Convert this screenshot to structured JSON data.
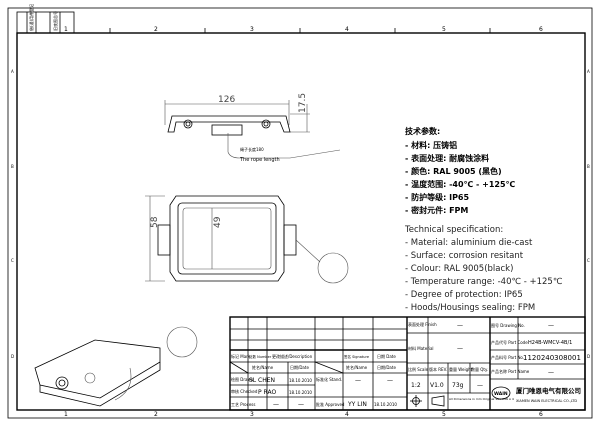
{
  "frame": {
    "columns": [
      "1",
      "2",
      "3",
      "4",
      "5",
      "6"
    ],
    "rows": [
      "A",
      "B",
      "C",
      "D"
    ],
    "corner_labels": [
      "借(通)用件登记",
      "旧底图总号"
    ]
  },
  "side_view": {
    "width_dim": "126",
    "height_dim": "17.5",
    "rope_cn": "绳子长度180",
    "rope_en": "The rope length"
  },
  "top_view": {
    "outer_dim": "58",
    "inner_dim": "49"
  },
  "spec_cn": {
    "title": "技术参数:",
    "items": [
      "- 材料: 压铸铝",
      "- 表面处理: 耐腐蚀涂料",
      "- 颜色: RAL 9005 (黑色)",
      "- 温度范围: -40℃ - +125℃",
      "- 防护等级: IP65",
      "- 密封元件: FPM"
    ]
  },
  "spec_en": {
    "title": "Technical specification:",
    "items": [
      "- Material: aluminium die-cast",
      "- Surface: corrosion resitant",
      "- Colour: RAL 9005(black)",
      "- Temperature range: -40℃ - +125℃",
      "- Degree of protection: IP65",
      "- Hoods/Housings sealing: FPM"
    ]
  },
  "title_block": {
    "mark": "标记 Mark",
    "number": "处数 Number",
    "description": "更改描述/Description",
    "signature": "签名 Signature",
    "date": "日期 Date",
    "name_hdr": "姓名/Name",
    "date_hdr": "日期/Date",
    "name_hdr2": "姓名/Name",
    "date_hdr2": "日期/Date",
    "drawn": "绘图 Drawn",
    "drawn_name": "SL CHEN",
    "drawn_date": "18.10.2010",
    "stand": "标准化 Stand.",
    "stand_name": "—",
    "stand_date": "—",
    "checked": "审核 Checked",
    "checked_name": "P RAO",
    "checked_date": "18.10.2010",
    "process": "工艺 Process",
    "process_name": "—",
    "process_date": "—",
    "approved": "批准 Approved",
    "approved_name": "YY LIN",
    "approved_date": "18.10.2010",
    "finish": "表面处理 Finish",
    "finish_val": "—",
    "material": "材料 Material",
    "material_val": "—",
    "scale": "比例 Scale",
    "scale_val": "1:2",
    "rev": "版本 REV.",
    "rev_val": "V1.0",
    "weight": "重量 Weight",
    "weight_val": "73g",
    "qty": "数量 Qty.",
    "qty_val": "—",
    "dims_note": "All Dimensions in mm Original Size DIN A 4",
    "drawing_no": "图号 Drawing No.",
    "drawing_no_val": "—",
    "part_code": "产品代号 Part Code",
    "part_code_val": "H24B-WMCV-4B/1",
    "part_no": "产品料号 Part No.",
    "part_no_val": "1120240308001",
    "port_name": "产品名称 Port Name",
    "port_name_val": "—",
    "logo": "WAIN",
    "company_cn": "厦门唯恩电气有限公司",
    "company_en": "XIAMEN WAIN ELECTRICAL CO.,LTD"
  }
}
